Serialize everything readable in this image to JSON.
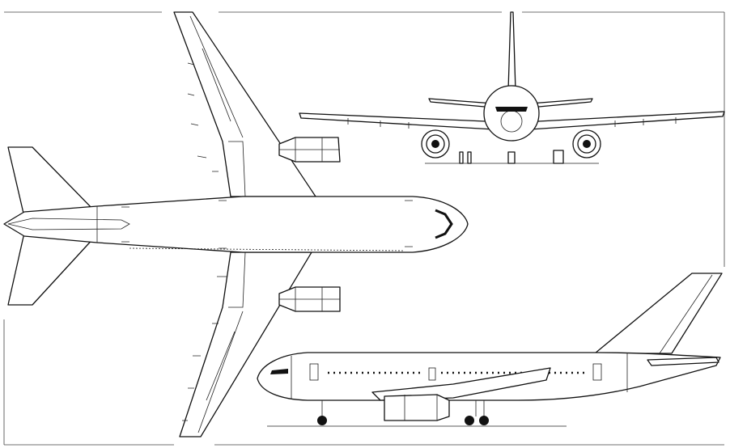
{
  "drawing": {
    "views": [
      "top",
      "front",
      "side"
    ],
    "colors": {
      "line": "#111111",
      "background": "#ffffff"
    }
  }
}
